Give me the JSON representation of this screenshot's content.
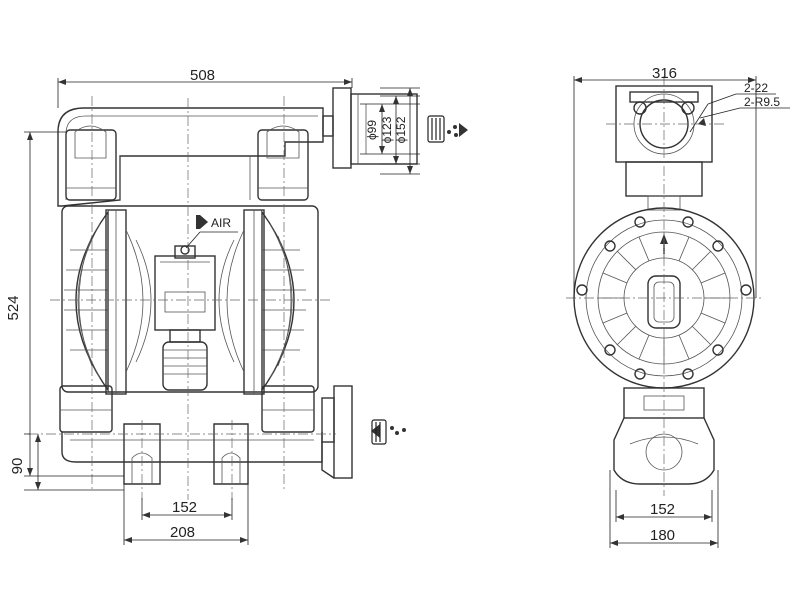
{
  "drawing": {
    "front_view": {
      "width_label": "508",
      "height_label": "524",
      "base_height_label": "90",
      "foot_spacing_label": "152",
      "foot_width_label": "208",
      "outlet_d1_label": "ϕ99",
      "outlet_d2_label": "ϕ123",
      "outlet_d3_label": "ϕ152",
      "air_label": "AIR"
    },
    "side_view": {
      "width_label": "316",
      "flange_callout_1": "2-22",
      "flange_callout_2": "2-R9.5",
      "foot_spacing_label": "152",
      "foot_width_label": "180"
    },
    "icons": [
      "valve-outlet-icon",
      "valve-inlet-icon",
      "air-valve-icon"
    ]
  }
}
